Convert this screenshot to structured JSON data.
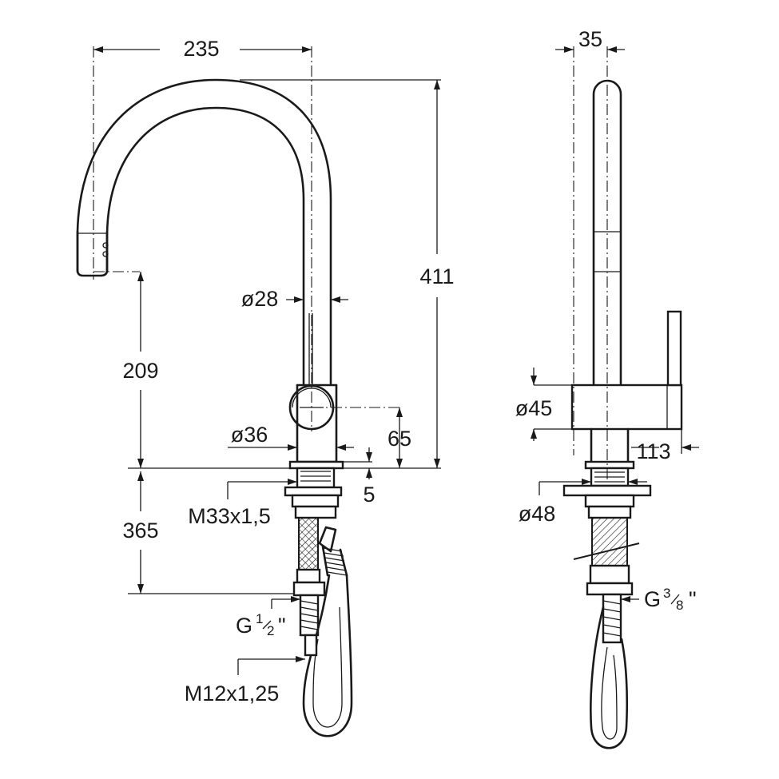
{
  "dimensions": {
    "width_235": "235",
    "height_411": "411",
    "spout_diameter": "ø28",
    "body_diameter": "ø36",
    "outlet_height": "209",
    "handle_height": "65",
    "base_5": "5",
    "thread": "M33x1,5",
    "hose_length": "365",
    "connection_g": "G",
    "connection_frac_top": "1",
    "connection_frac_bottom": "2",
    "connection_quote": "\"",
    "hose_thread": "M12x1,25",
    "side_35": "35",
    "side_diameter_45": "ø45",
    "side_113": "113",
    "side_diameter_48": "ø48",
    "side_connection_g": "G",
    "side_frac_top": "3",
    "side_frac_bottom": "8",
    "side_quote": "\""
  }
}
